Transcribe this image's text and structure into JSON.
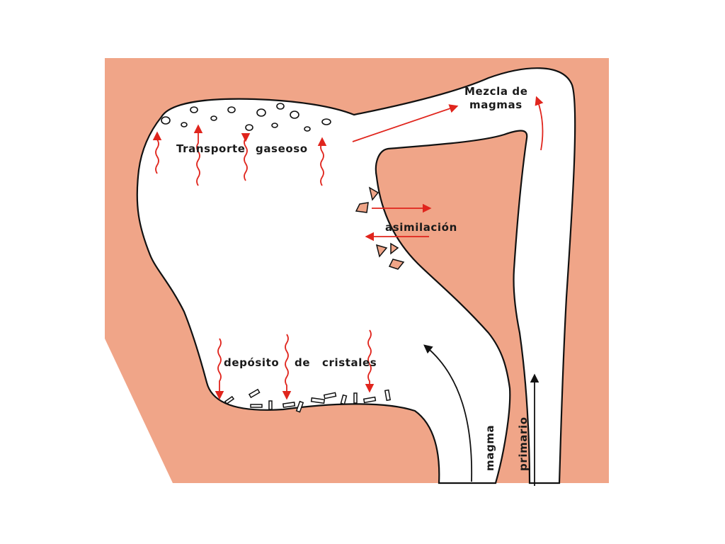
{
  "labels": {
    "transport": "Transporte",
    "gaseous": "gaseoso",
    "mixing_line1": "Mezcla de",
    "mixing_line2": "magmas",
    "assimilation": "asimilación",
    "crystal_deposit_1": "depósito",
    "crystal_deposit_2": "de",
    "crystal_deposit_3": "cristales",
    "magma": "magma",
    "primary": "primario"
  },
  "colors": {
    "country_rock": "#f0a588",
    "chamber": "#ffffff",
    "outline": "#111111",
    "arrow_red": "#e0251d",
    "arrow_black": "#111111",
    "xenolith_fill": "#f0a588"
  }
}
